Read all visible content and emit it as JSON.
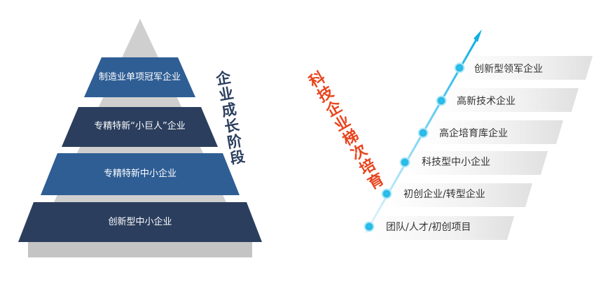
{
  "pyramid": {
    "title": "企业成长阶段",
    "levels": [
      "制造业单项冠军企业",
      "专精特新“小巨人”企业",
      "专精特新中小企业",
      "创新型中小企业"
    ]
  },
  "ladder": {
    "title": "科技企业梯次培育",
    "steps": [
      "创新型领军企业",
      "高新技术企业",
      "高企培育库企业",
      "科技型中小企业",
      "初创企业/转型企业",
      "团队/人才/初创项目"
    ]
  },
  "colors": {
    "band_light": "#2f5e95",
    "band_dark": "#2b3e5e",
    "gray_core": "#cfcfcf",
    "accent_red": "#e8461e",
    "title_navy": "#2b3e5e",
    "line_cyan": "#1ab6e6"
  }
}
